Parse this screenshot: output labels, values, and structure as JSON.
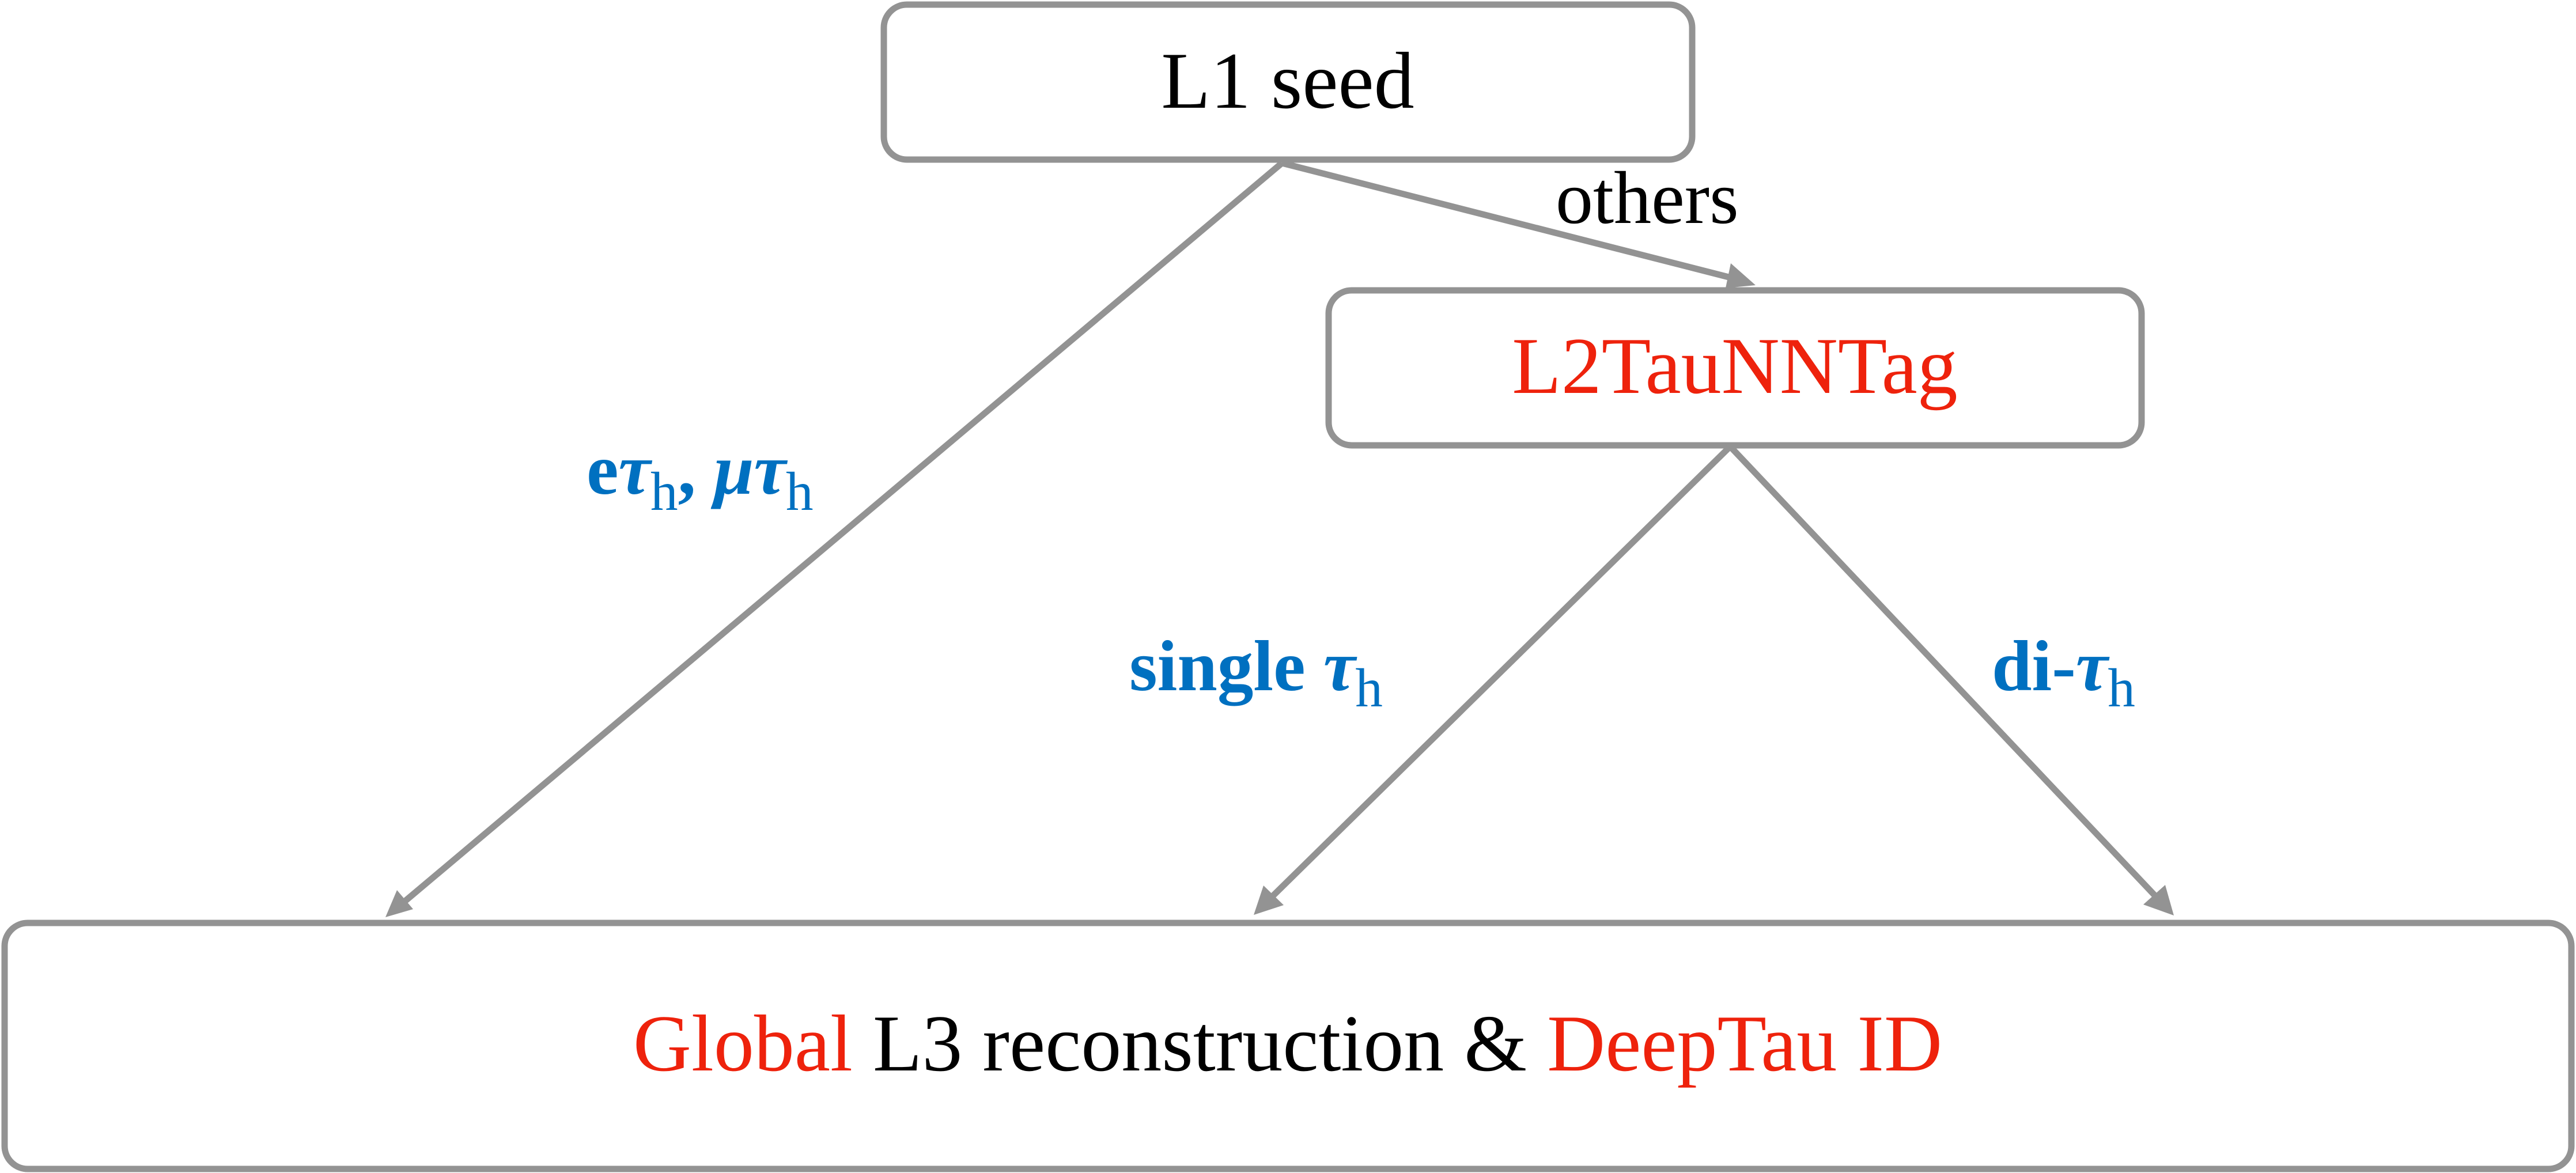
{
  "colors": {
    "border": "#939393",
    "text": "#000000",
    "highlight": "#EE220C",
    "label": "#0070C0"
  },
  "nodes": {
    "l1_seed": {
      "text": "L1 seed"
    },
    "l2_tau_nn_tag": {
      "text": "L2TauNNTag"
    },
    "l3": {
      "part1": "Global",
      "part2": " L3 reconstruction & ",
      "part3": "DeepTau ID"
    }
  },
  "edges": {
    "others": {
      "text": "others"
    },
    "lepton_tau": {
      "e": "e",
      "tau1": "τ",
      "sub1": "h",
      "sep": ", ",
      "mu": "μ",
      "tau2": "τ",
      "sub2": "h"
    },
    "single_tau": {
      "prefix": "single ",
      "tau": "τ",
      "sub": "h"
    },
    "di_tau": {
      "prefix": "di-",
      "tau": "τ",
      "sub": "h"
    }
  }
}
